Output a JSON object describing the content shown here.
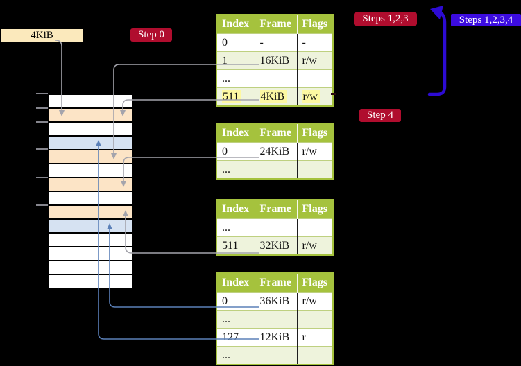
{
  "colors": {
    "header_green": "#a5c23d",
    "row_green": "#eef3dc",
    "peach": "#fce4c6",
    "blue_row": "#d6e2f2",
    "wheat": "#fbe9bc",
    "badge_red": "#b00d2e",
    "badge_blue": "#3c0ce0",
    "highlight_yellow": "#fdf8a2",
    "line_gray": "#a4a4ac",
    "line_blue": "#5b80b8",
    "arrow_blue_thick": "#2d0bd3"
  },
  "size_box": {
    "label": "4KiB"
  },
  "badges": {
    "step0": "Step 0",
    "steps123": "Steps 1,2,3",
    "steps1234": "Steps 1,2,3,4",
    "step4": "Step 4"
  },
  "stack": {
    "rows": [
      "white",
      "peach",
      "white",
      "blue",
      "peach",
      "white",
      "peach",
      "white",
      "peach",
      "blue",
      "white",
      "white",
      "white",
      "white"
    ]
  },
  "tables": [
    {
      "headers": [
        "Index",
        "Frame",
        "Flags"
      ],
      "rows": [
        {
          "cells": [
            "0",
            "-",
            "-"
          ],
          "shade": "white",
          "highlight": false
        },
        {
          "cells": [
            "1",
            "16KiB",
            "r/w"
          ],
          "shade": "green",
          "highlight": false
        },
        {
          "cells": [
            "...",
            "",
            ""
          ],
          "shade": "white",
          "highlight": false
        },
        {
          "cells": [
            "511",
            "4KiB",
            "r/w"
          ],
          "shade": "green",
          "highlight": true
        }
      ]
    },
    {
      "headers": [
        "Index",
        "Frame",
        "Flags"
      ],
      "rows": [
        {
          "cells": [
            "0",
            "24KiB",
            "r/w"
          ],
          "shade": "white",
          "highlight": false
        },
        {
          "cells": [
            "...",
            "",
            ""
          ],
          "shade": "green",
          "highlight": false
        }
      ]
    },
    {
      "headers": [
        "Index",
        "Frame",
        "Flags"
      ],
      "rows": [
        {
          "cells": [
            "...",
            "",
            ""
          ],
          "shade": "white",
          "highlight": false
        },
        {
          "cells": [
            "511",
            "32KiB",
            "r/w"
          ],
          "shade": "green",
          "highlight": false
        }
      ]
    },
    {
      "headers": [
        "Index",
        "Frame",
        "Flags"
      ],
      "rows": [
        {
          "cells": [
            "0",
            "36KiB",
            "r/w"
          ],
          "shade": "white",
          "highlight": false
        },
        {
          "cells": [
            "...",
            "",
            ""
          ],
          "shade": "green",
          "highlight": false
        },
        {
          "cells": [
            "127",
            "12KiB",
            "r"
          ],
          "shade": "white",
          "highlight": false
        },
        {
          "cells": [
            "...",
            "",
            ""
          ],
          "shade": "green",
          "highlight": false
        }
      ]
    }
  ]
}
